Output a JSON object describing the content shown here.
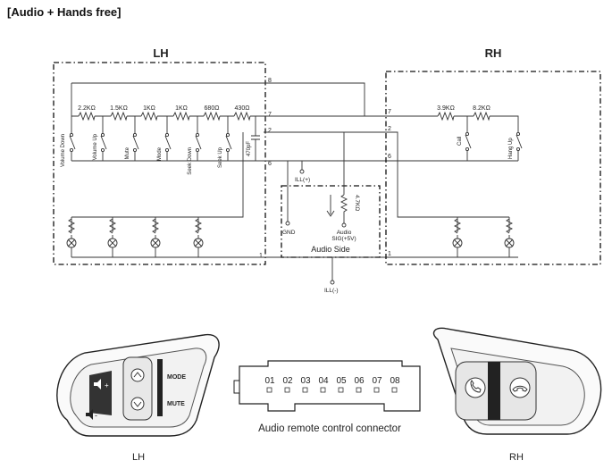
{
  "title": "[Audio + Hands free]",
  "lh_block": {
    "label": "LH",
    "resistors": [
      "2.2KΩ",
      "1.5KΩ",
      "1KΩ",
      "1KΩ",
      "680Ω",
      "430Ω"
    ],
    "switches": [
      "Volume Down",
      "Volume Up",
      "Mute",
      "Mode",
      "Seek Down",
      "Seek Up"
    ],
    "capacitor": "470pF"
  },
  "rh_block": {
    "label": "RH",
    "resistors": [
      "3.9KΩ",
      "8.2KΩ"
    ],
    "switches": [
      "Call",
      "Hang Up"
    ]
  },
  "audio_side": {
    "label": "Audio Side",
    "resistor": "4.7KΩ",
    "ill_plus": "ILL(+)",
    "gnd": "GND",
    "audio_sig": [
      "Audio",
      "SIG(+5V)"
    ],
    "ill_minus": "ILL(-)"
  },
  "pins": {
    "lh": [
      "8",
      "7",
      "2",
      "6",
      "1"
    ],
    "rh": [
      "7",
      "2",
      "6",
      "1"
    ]
  },
  "connector": {
    "pins": [
      "01",
      "02",
      "03",
      "04",
      "05",
      "06",
      "07",
      "08"
    ],
    "caption": "Audio remote control connector"
  },
  "left_control": {
    "caption": "LH",
    "mode_label": "MODE",
    "mute_label": "MUTE"
  },
  "right_control": {
    "caption": "RH"
  }
}
